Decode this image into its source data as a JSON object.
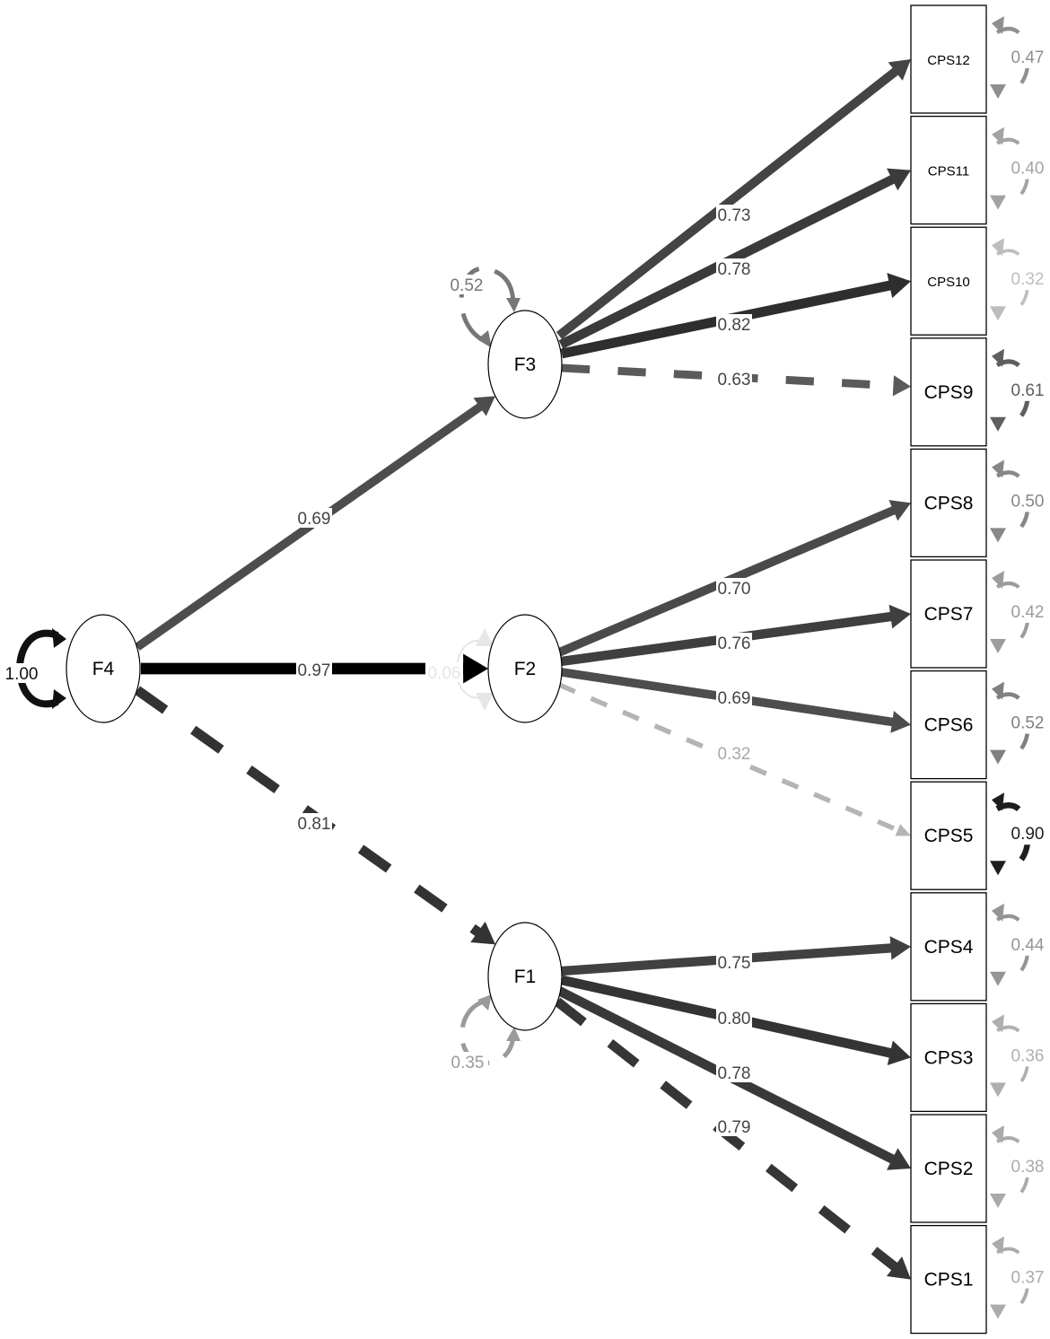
{
  "latent_factors": [
    {
      "id": "F4",
      "label": "F4",
      "variance": "1.00",
      "variance_color": "#111111"
    },
    {
      "id": "F3",
      "label": "F3",
      "variance": "0.52",
      "variance_color": "#777777"
    },
    {
      "id": "F2",
      "label": "F2",
      "variance": "0.06",
      "variance_color": "#e6e6e6"
    },
    {
      "id": "F1",
      "label": "F1",
      "variance": "0.35",
      "variance_color": "#9a9a9a"
    }
  ],
  "observed_indicators": [
    {
      "id": "CPS12",
      "label": "CPS12",
      "residual": "0.47",
      "residual_color": "#8f8f8f"
    },
    {
      "id": "CPS11",
      "label": "CPS11",
      "residual": "0.40",
      "residual_color": "#a3a3a3"
    },
    {
      "id": "CPS10",
      "label": "CPS10",
      "residual": "0.32",
      "residual_color": "#bdbdbd"
    },
    {
      "id": "CPS9",
      "label": "CPS9",
      "residual": "0.61",
      "residual_color": "#5e5e5e"
    },
    {
      "id": "CPS8",
      "label": "CPS8",
      "residual": "0.50",
      "residual_color": "#878787"
    },
    {
      "id": "CPS7",
      "label": "CPS7",
      "residual": "0.42",
      "residual_color": "#9c9c9c"
    },
    {
      "id": "CPS6",
      "label": "CPS6",
      "residual": "0.52",
      "residual_color": "#808080"
    },
    {
      "id": "CPS5",
      "label": "CPS5",
      "residual": "0.90",
      "residual_color": "#1e1e1e"
    },
    {
      "id": "CPS4",
      "label": "CPS4",
      "residual": "0.44",
      "residual_color": "#959595"
    },
    {
      "id": "CPS3",
      "label": "CPS3",
      "residual": "0.36",
      "residual_color": "#afafaf"
    },
    {
      "id": "CPS2",
      "label": "CPS2",
      "residual": "0.38",
      "residual_color": "#aaaaaa"
    },
    {
      "id": "CPS1",
      "label": "CPS1",
      "residual": "0.37",
      "residual_color": "#ababab"
    }
  ],
  "paths": [
    {
      "from": "F4",
      "to": "F3",
      "loading": "0.69",
      "dashed": false,
      "color": "#4d4d4d"
    },
    {
      "from": "F4",
      "to": "F2",
      "loading": "0.97",
      "dashed": false,
      "color": "#000000"
    },
    {
      "from": "F4",
      "to": "F1",
      "loading": "0.81",
      "dashed": true,
      "color": "#333333"
    },
    {
      "from": "F3",
      "to": "CPS12",
      "loading": "0.73",
      "dashed": false,
      "color": "#444444"
    },
    {
      "from": "F3",
      "to": "CPS11",
      "loading": "0.78",
      "dashed": false,
      "color": "#3b3b3b"
    },
    {
      "from": "F3",
      "to": "CPS10",
      "loading": "0.82",
      "dashed": false,
      "color": "#2e2e2e"
    },
    {
      "from": "F3",
      "to": "CPS9",
      "loading": "0.63",
      "dashed": true,
      "color": "#5a5a5a"
    },
    {
      "from": "F2",
      "to": "CPS8",
      "loading": "0.70",
      "dashed": false,
      "color": "#4a4a4a"
    },
    {
      "from": "F2",
      "to": "CPS7",
      "loading": "0.76",
      "dashed": false,
      "color": "#3f3f3f"
    },
    {
      "from": "F2",
      "to": "CPS6",
      "loading": "0.69",
      "dashed": false,
      "color": "#4d4d4d"
    },
    {
      "from": "F2",
      "to": "CPS5",
      "loading": "0.32",
      "dashed": true,
      "color": "#b4b4b4"
    },
    {
      "from": "F1",
      "to": "CPS4",
      "loading": "0.75",
      "dashed": false,
      "color": "#414141"
    },
    {
      "from": "F1",
      "to": "CPS3",
      "loading": "0.80",
      "dashed": false,
      "color": "#343434"
    },
    {
      "from": "F1",
      "to": "CPS2",
      "loading": "0.78",
      "dashed": false,
      "color": "#393939"
    },
    {
      "from": "F1",
      "to": "CPS1",
      "loading": "0.79",
      "dashed": true,
      "color": "#363636"
    }
  ]
}
